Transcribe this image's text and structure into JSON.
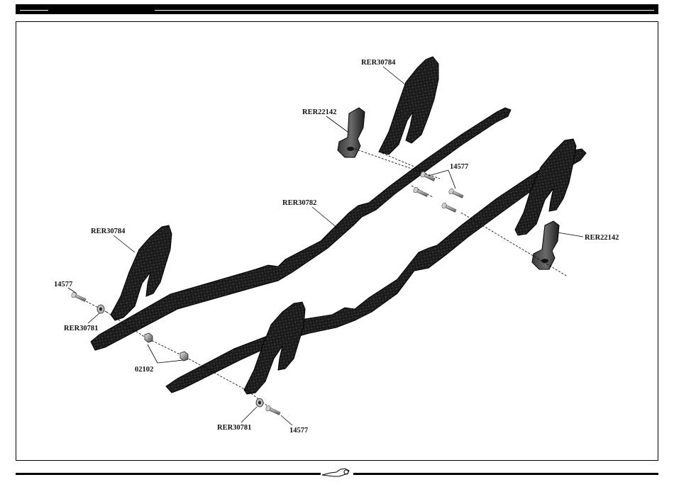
{
  "labels": {
    "rer30784_top": "RER30784",
    "rer22142_left": "RER22142",
    "n14577_mid": "14577",
    "rer30782": "RER30782",
    "rer30784_left": "RER30784",
    "rer22142_right": "RER22142",
    "n14577_left": "14577",
    "rer30781_left": "RER30781",
    "n02102": "02102",
    "rer30781_bottom": "RER30781",
    "n14577_bottom": "14577"
  },
  "footer": {
    "logo_name": "redcat-logo-icon"
  }
}
